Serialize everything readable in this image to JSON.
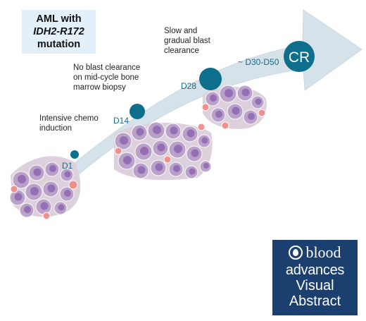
{
  "title": {
    "line1": "AML with",
    "gene": "IDH2-R172",
    "line3": "mutation"
  },
  "notes": {
    "chemo": [
      "Intensive chemo",
      "induction"
    ],
    "no_clearance": [
      "No blast clearance",
      "on mid-cycle bone",
      "marrow biopsy"
    ],
    "slow": [
      "Slow and",
      "gradual blast",
      "clearance"
    ]
  },
  "timepoints": {
    "d1": "D1",
    "d14": "D14",
    "d28": "D28",
    "d30_d50": "~ D30-D50",
    "cr": "CR"
  },
  "badge": {
    "brand": "blood",
    "brand2": "advances",
    "line3": "Visual",
    "line4": "Abstract"
  },
  "colors": {
    "arrow": "#d6e2ea",
    "node": "#0e6f8c",
    "title_bg": "#e4f0f9",
    "badge_bg": "#1b3f6e",
    "cell": "#b69cc8",
    "nucleus": "#8a5fae",
    "red_cell": "#ef8a86"
  }
}
